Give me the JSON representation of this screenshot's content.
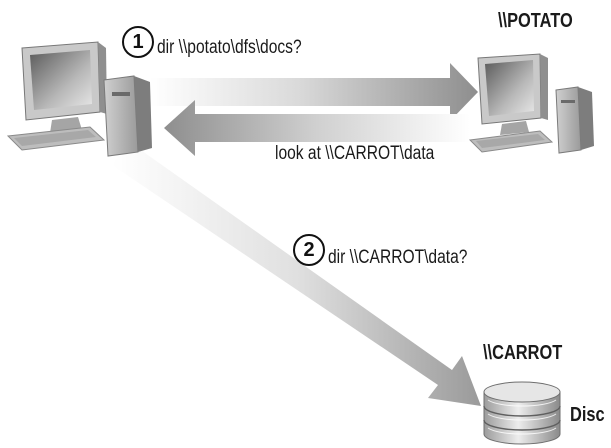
{
  "steps": [
    {
      "number": "1",
      "command": "dir \\\\potato\\dfs\\docs?"
    },
    {
      "number": "2",
      "command": "dir \\\\CARROT\\data?"
    }
  ],
  "servers": {
    "potato": {
      "name": "\\\\POTATO"
    },
    "carrot": {
      "name": "\\\\CARROT"
    }
  },
  "referral": "look at \\\\CARROT\\data",
  "disk_label": "Disc"
}
